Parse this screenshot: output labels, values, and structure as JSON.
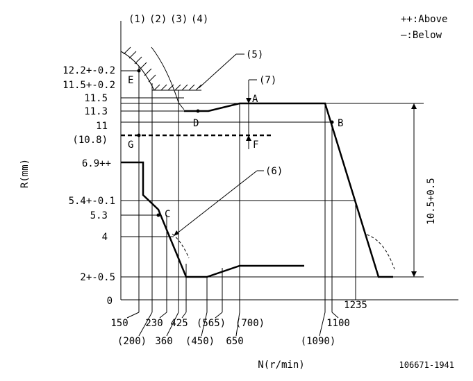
{
  "legend": {
    "above": "++:Above",
    "below": "—:Below"
  },
  "top_labels": [
    "(1)",
    "(2)",
    "(3)",
    "(4)"
  ],
  "callouts": {
    "c5": "(5)",
    "c6": "(6)",
    "c7": "(7)"
  },
  "points": {
    "A": "A",
    "B": "B",
    "C": "C",
    "D": "D",
    "E": "E",
    "F": "F",
    "G": "G"
  },
  "y_ticks": [
    "12.2+-0.2",
    "11.5+-0.2",
    "11.5",
    "11.3",
    "11",
    "(10.8)",
    "6.9++",
    "5.4+-0.1",
    "5.3",
    "4",
    "2+-0.5",
    "0"
  ],
  "x_ticks_row1": [
    "150",
    "230",
    "425",
    "(565)",
    "(700)",
    "1100",
    "1235"
  ],
  "x_ticks_row2": [
    "(200)",
    "360",
    "(450)",
    "650",
    "(1090)"
  ],
  "range_label": "10.5+0.5",
  "axis": {
    "y": "R(mm)",
    "x": "N(r/min)"
  },
  "doc_id": "106671-1941"
}
